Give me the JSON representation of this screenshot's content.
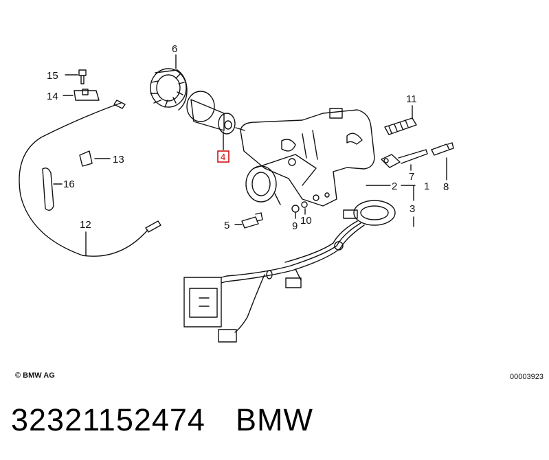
{
  "diagram": {
    "callouts": [
      {
        "id": "c6",
        "text": "6"
      },
      {
        "id": "c15",
        "text": "15"
      },
      {
        "id": "c14",
        "text": "14"
      },
      {
        "id": "c11",
        "text": "11"
      },
      {
        "id": "c13",
        "text": "13"
      },
      {
        "id": "c4",
        "text": "4"
      },
      {
        "id": "c8",
        "text": "8"
      },
      {
        "id": "c7",
        "text": "7"
      },
      {
        "id": "c16",
        "text": "16"
      },
      {
        "id": "c2",
        "text": "2"
      },
      {
        "id": "c1",
        "text": "1"
      },
      {
        "id": "c3",
        "text": "3"
      },
      {
        "id": "c12",
        "text": "12"
      },
      {
        "id": "c5",
        "text": "5"
      },
      {
        "id": "c9",
        "text": "9"
      },
      {
        "id": "c10",
        "text": "10"
      }
    ],
    "highlight_color": "#d00000",
    "line_color": "#111111"
  },
  "footer": {
    "copyright": "© BMW AG",
    "doc_number": "00003923"
  },
  "caption": {
    "part_number": "32321152474",
    "brand": "BMW"
  }
}
